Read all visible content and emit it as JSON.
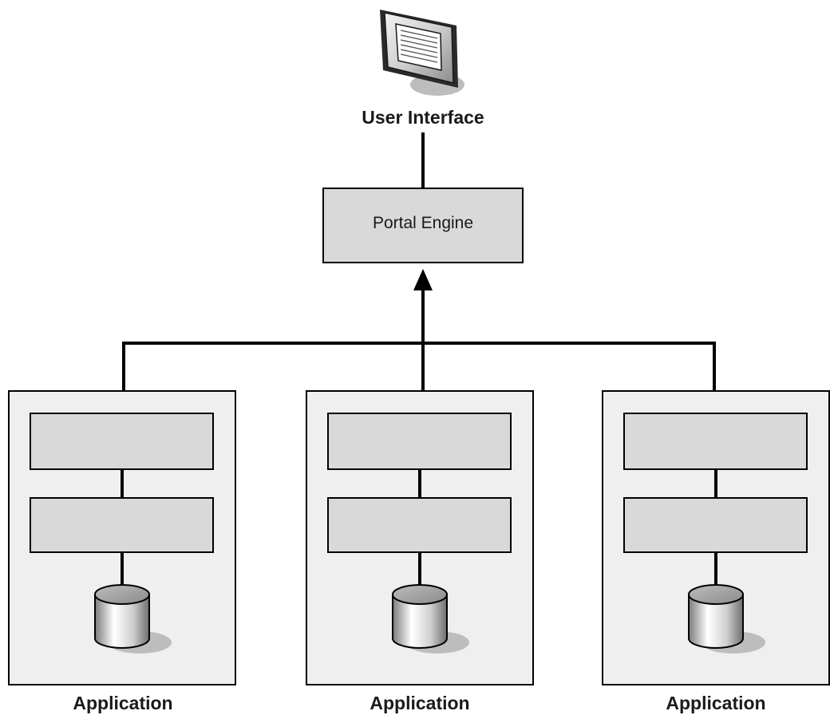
{
  "user_interface": {
    "label": "User Interface"
  },
  "portal_engine": {
    "label": "Portal Engine"
  },
  "applications": [
    {
      "label": "Application"
    },
    {
      "label": "Application"
    },
    {
      "label": "Application"
    }
  ],
  "colors": {
    "line": "#000000",
    "box_fill": "#d9d9d9",
    "panel_fill": "#efefef",
    "shadow": "#bdbdbd"
  },
  "icons": {
    "user_interface": "monitor-icon",
    "database": "database-icon"
  }
}
